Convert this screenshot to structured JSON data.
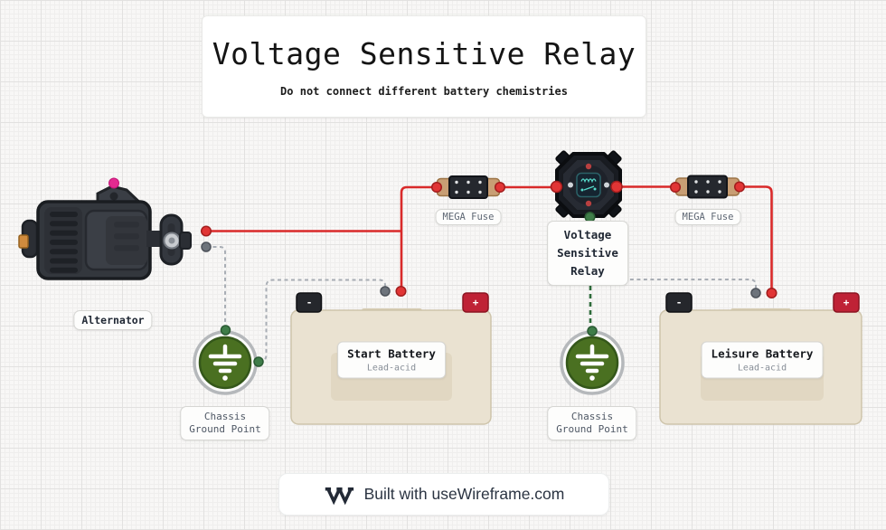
{
  "title_card": {
    "title": "Voltage Sensitive Relay",
    "subtitle": "Do not connect different battery chemistries"
  },
  "components": {
    "alternator": {
      "label": "Alternator"
    },
    "fuse_left": {
      "label": "MEGA Fuse"
    },
    "fuse_right": {
      "label": "MEGA Fuse"
    },
    "vsr": {
      "label_lines": [
        "Voltage",
        "Sensitive",
        "Relay"
      ]
    },
    "battery_start": {
      "name": "Start Battery",
      "chemistry": "Lead-acid",
      "neg_symbol": "-",
      "pos_symbol": "+"
    },
    "battery_leisure": {
      "name": "Leisure Battery",
      "chemistry": "Lead-acid",
      "neg_symbol": "-",
      "pos_symbol": "+"
    },
    "ground_left": {
      "label_lines": [
        "Chassis",
        "Ground Point"
      ]
    },
    "ground_right": {
      "label_lines": [
        "Chassis",
        "Ground Point"
      ]
    }
  },
  "footer": {
    "text": "Built with useWireframe.com",
    "logo": "useWireframe-logo"
  },
  "icons": {
    "ground_symbol": "earth-ground-icon",
    "relay_screen": "relay-coil-switch-icon",
    "fuse_bolts": "bolt-dots",
    "logo": "double-v-wireframe-logo"
  },
  "colors": {
    "wire_positive": "#d92a2a",
    "wire_ground_dashed": "#a9aeb5",
    "wire_relay_ground_dashed": "#2e6b3a",
    "dot_pink": "#e32a90",
    "dot_gray": "#6d737b",
    "dot_green": "#3f7d49",
    "battery_body": "#eae2d1",
    "battery_positive_terminal": "#bf2236",
    "battery_negative_terminal": "#25272c",
    "ground_green": "#4a7021",
    "fuse_tab_copper": "#c89e74",
    "device_dark": "#33373d",
    "screen_teal": "#56d8c9"
  }
}
